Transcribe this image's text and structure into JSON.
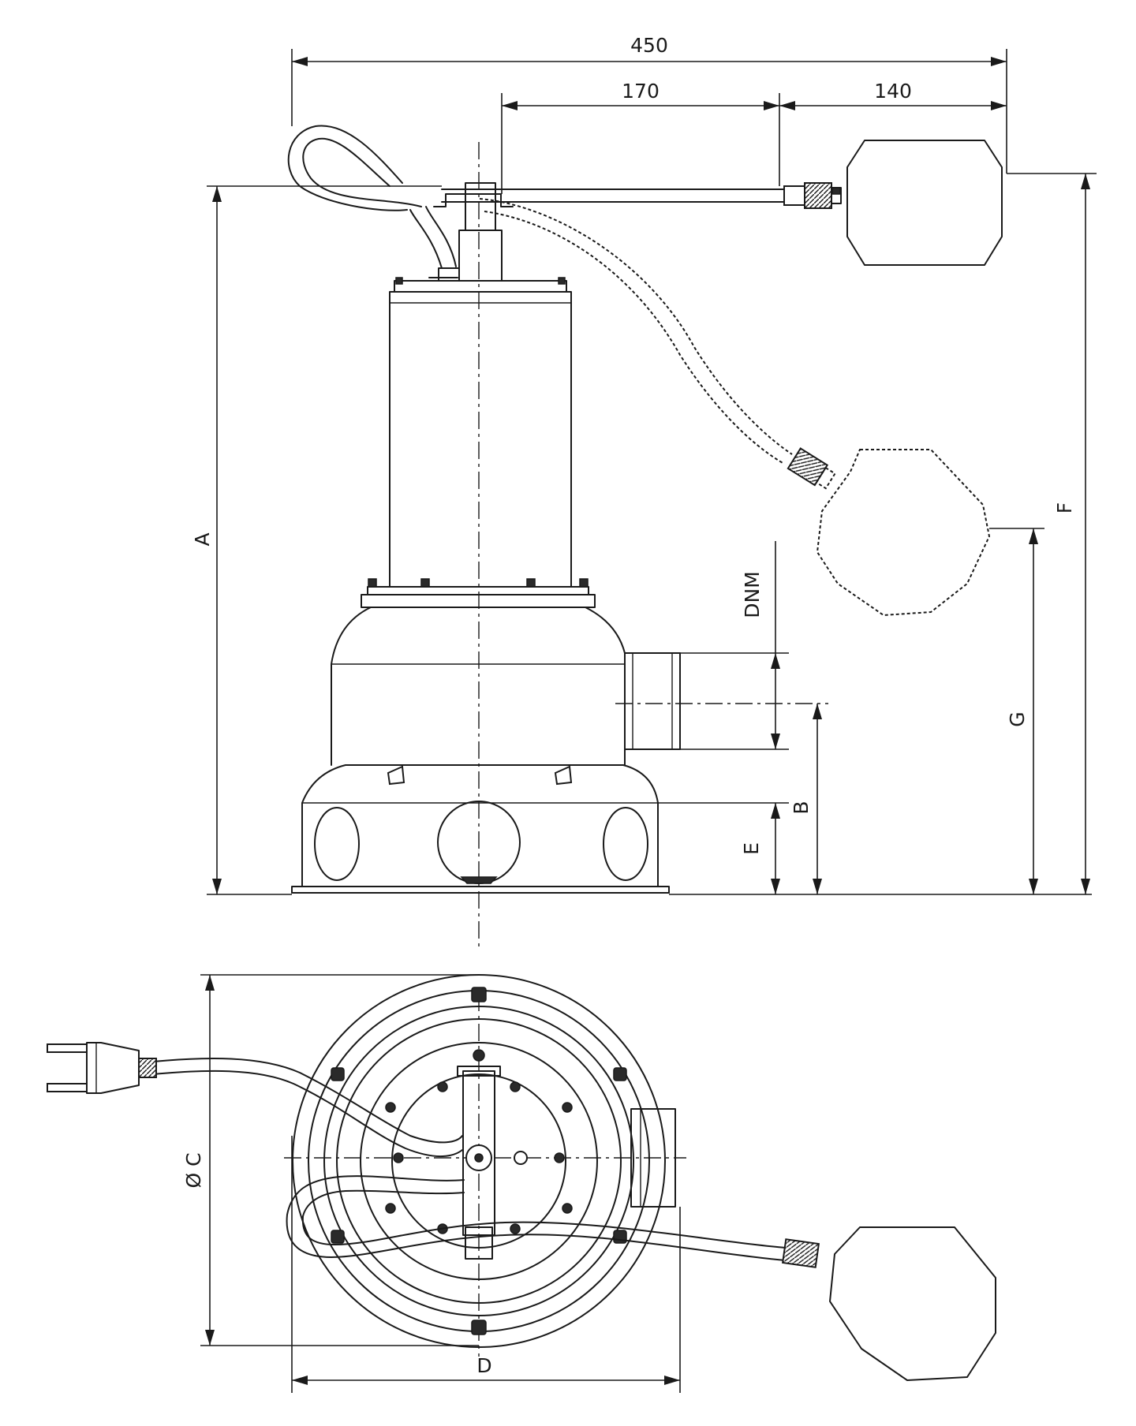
{
  "dimensions": {
    "overall_width": "450",
    "pipe_length": "170",
    "float_width": "140",
    "height": "A",
    "outlet_height": "B",
    "diameter": "Ø C",
    "base_width": "D",
    "inlet_height": "E",
    "float_height_upper": "F",
    "float_height_lower": "G",
    "outlet_size": "DNM"
  }
}
